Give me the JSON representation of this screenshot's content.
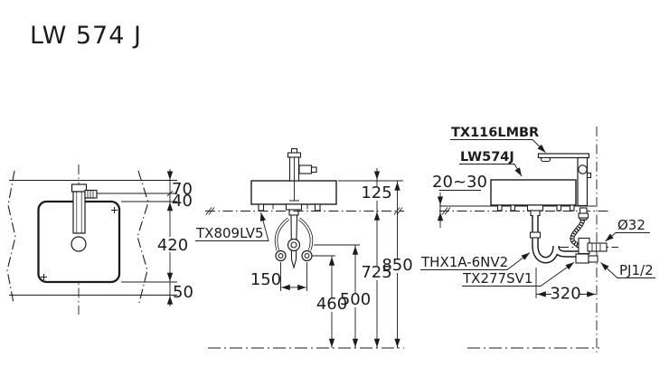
{
  "title": "LW 574 J",
  "colors": {
    "line": "#1c1c1c",
    "background": "#ffffff"
  },
  "plan_view": {
    "dim_top_offset": "70",
    "dim_spout": "40",
    "dim_depth": "420",
    "dim_bottom_offset": "50"
  },
  "front_view": {
    "part_mounting_bracket": "TX809LV5",
    "dim_basin_height": "125",
    "dim_stop_spacing": "150",
    "dim_stop_height": "460",
    "dim_drain_height": "500",
    "dim_rim_underside_height": "725",
    "dim_rim_height": "850"
  },
  "side_view": {
    "part_faucet": "TX116LMBR",
    "part_basin": "LW574J",
    "part_trap": "THX1A-6NV2",
    "part_stop_valve": "TX277SV1",
    "dim_drain_diameter": "Ø32",
    "dim_supply_thread": "PJ1/2",
    "dim_rim_gap": "20~30",
    "dim_drain_offset": "320"
  }
}
